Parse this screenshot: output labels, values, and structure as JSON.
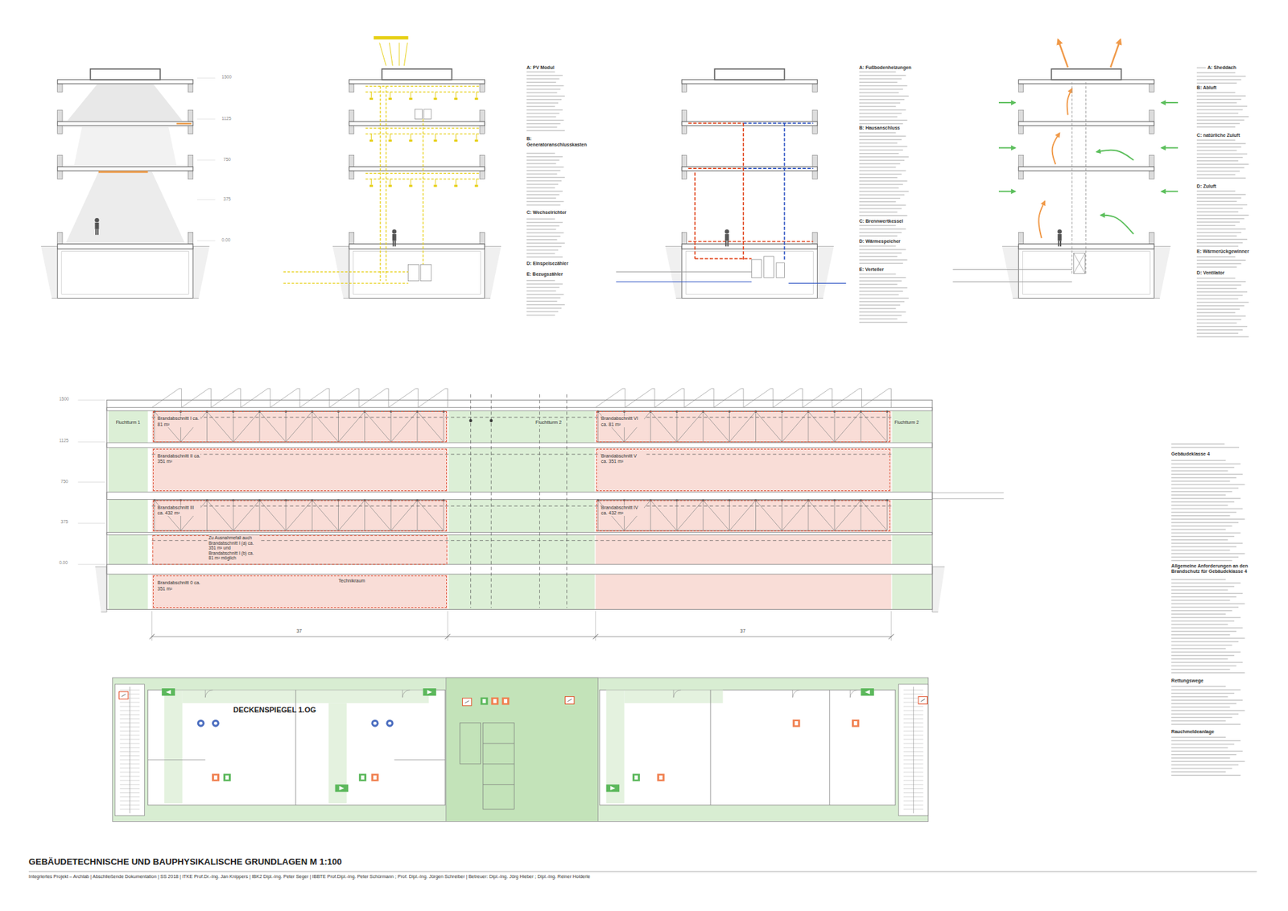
{
  "diagram": {
    "title": "GEBÄUDETECHNISCHE UND BAUPHYSIKALISCHE GRUNDLAGEN M 1:100",
    "caption": "Integriertes Projekt – Archlab | Abschließende Dokumentation | SS 2018 | ITKE Prof.Dr.-Ing. Jan Knippers | IBK2 Dipl.-Ing. Peter Seger | IBBTE Prof.Dipl.-Ing. Peter Schürmann ; Prof. Dipl.-Ing. Jürgen Schreiber | Betreuer: Dipl.-Ing. Jörg Hieber ; Dipl.-Ing. Reiner Holderle",
    "nodes": [
      {
        "text": [
          "Brandabschnitt I ca. 81 m²"
        ]
      },
      {
        "text": [
          "Brandabschnitt VI ca. 81 m²"
        ]
      },
      {
        "text": [
          "Brandabschnitt II ca. 351 m²"
        ]
      },
      {
        "text": [
          "Brandabschnitt V ca. 351 m²"
        ]
      },
      {
        "text": [
          "Brandabschnitt III ca. 432 m²"
        ]
      },
      {
        "text": [
          "Brandabschnitt IV ca. 432 m²"
        ]
      },
      {
        "text": [
          "Brandabschnitt 0 ca. 351 m²"
        ]
      }
    ],
    "labels": [
      "1500",
      "1125",
      "750",
      "375",
      "0.00",
      "A: PV Modul",
      "B: Generatoranschlusskasten",
      "C: Wechselrichter",
      "D: Einspeisezähler",
      "E: Bezugszähler",
      "A: Fußbodenheizungen",
      "B: Hausanschluss",
      "C: Brennwertkessel",
      "D: Wärmespeicher",
      "E: Verteiler",
      "A: Sheddach",
      "B: Abluft",
      "C: natürliche Zuluft",
      "D: Zuluft",
      "E: Wärmerückgewinner",
      "D: Ventilator",
      "1500",
      "1125",
      "750",
      "375",
      "0.00",
      "Fluchtturm 1",
      "Fluchtturm 2",
      "Fluchtturm 2",
      "Technikraum",
      "Zu Ausnahmefall auch Brandabschnitt I (a) ca. 351 m² und Brandabschnitt I (b) ca. 81 m² möglich",
      "37",
      "37",
      "Gebäudeklasse 4",
      "Allgemeine Anforderungen an den Brandschutz für Gebäudeklasse 4",
      "Rettungswege",
      "Rauchmeldeanlage",
      "DECKENSPIEGEL 1.OG"
    ]
  }
}
